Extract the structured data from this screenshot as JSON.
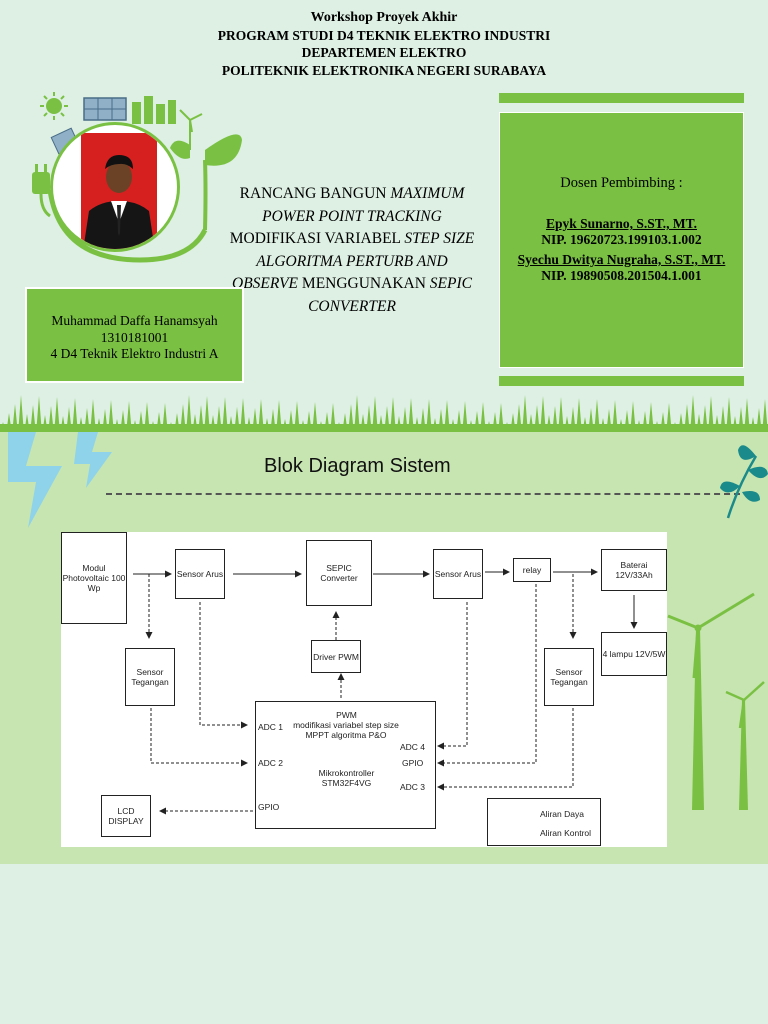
{
  "header": {
    "line1": "Workshop Proyek Akhir",
    "line2": "PROGRAM STUDI D4 TEKNIK ELEKTRO INDUSTRI",
    "line3": "DEPARTEMEN ELEKTRO",
    "line4": "POLITEKNIK ELEKTRONIKA NEGERI SURABAYA"
  },
  "title": {
    "p1": "RANCANG BANGUN ",
    "p2": "MAXIMUM POWER POINT TRACKING",
    "p3": " MODIFIKASI VARIABEL ",
    "p4": "STEP SIZE ALGORITMA PERTURB AND OBSERVE",
    "p5": " MENGGUNAKAN ",
    "p6": "SEPIC CONVERTER"
  },
  "student": {
    "name": "Muhammad Daffa Hanamsyah",
    "id": "1310181001",
    "class": "4 D4 Teknik Elektro Industri A"
  },
  "adviser": {
    "title": "Dosen Pembimbing :",
    "name1": "Epyk Sunarno, S.ST., MT.",
    "nip1": "NIP. 19620723.199103.1.002",
    "name2": "Syechu Dwitya Nugraha, S.ST., MT.",
    "nip2": "NIP. 19890508.201504.1.001"
  },
  "diagram": {
    "title": "Blok Diagram Sistem",
    "pv": "Modul Photovoltaic 100 Wp",
    "sensor_arus1": "Sensor Arus",
    "sepic": "SEPIC Converter",
    "sensor_arus2": "Sensor Arus",
    "relay": "relay",
    "baterai": "Baterai 12V/33Ah",
    "lampu": "4 lampu 12V/5W",
    "sensor_tegangan1": "Sensor Tegangan",
    "sensor_tegangan2": "Sensor Tegangan",
    "driver": "Driver PWM",
    "mcu_pwm": "PWM",
    "mcu_algo": "modifikasi variabel step size MPPT algoritma P&O",
    "mcu_name": "Mikrokontroller STM32F4VG",
    "adc1": "ADC 1",
    "adc2": "ADC 2",
    "adc3": "ADC 3",
    "adc4": "ADC 4",
    "gpio_right": "GPIO",
    "gpio_left": "GPIO",
    "lcd": "LCD DISPLAY",
    "legend_power": "Aliran Daya",
    "legend_control": "Aliran Kontrol"
  },
  "colors": {
    "accent_green": "#7ac143",
    "background": "#ddf0e3",
    "lower_bg": "#c7e5b1",
    "photo_bg": "#d62020"
  }
}
